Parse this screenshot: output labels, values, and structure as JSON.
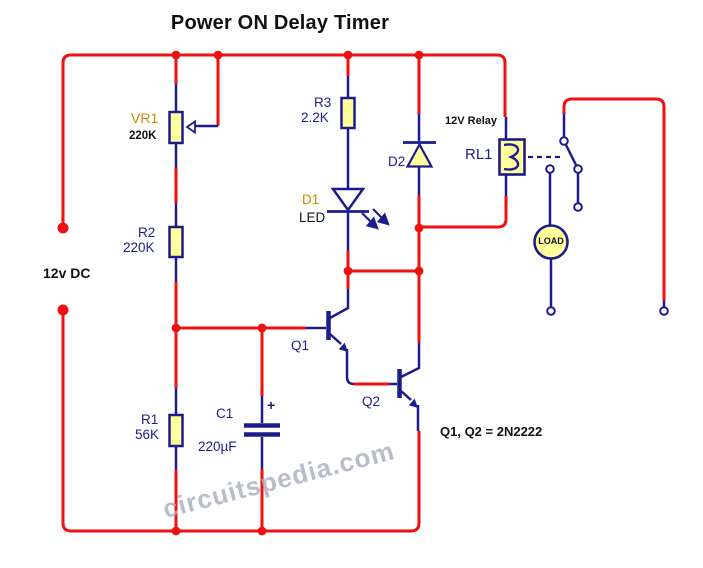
{
  "title": "Power ON Delay Timer",
  "watermark": "circuitspedia.com",
  "labels": {
    "supply": "12v DC",
    "transistor_note": "Q1, Q2 = 2N2222",
    "relay_type": "12V Relay"
  },
  "components": {
    "vr1": {
      "ref": "VR1",
      "value": "220K"
    },
    "r1": {
      "ref": "R1",
      "value": "56K"
    },
    "r2": {
      "ref": "R2",
      "value": "220K"
    },
    "r3": {
      "ref": "R3",
      "value": "2.2K"
    },
    "c1": {
      "ref": "C1",
      "value": "220µF",
      "polarity": "+"
    },
    "d1": {
      "ref": "D1",
      "value": "LED"
    },
    "d2": {
      "ref": "D2"
    },
    "rl1": {
      "ref": "RL1"
    },
    "q1": {
      "ref": "Q1"
    },
    "q2": {
      "ref": "Q2"
    },
    "load": {
      "ref": "LOAD"
    }
  },
  "colors": {
    "wire_red": "#ee1111",
    "symbol_navy": "#1c1c8c",
    "component_fill_yellow": "#ffff9c",
    "ref_accent_orange": "#d08800",
    "watermark_gray": "#a8acbe"
  }
}
